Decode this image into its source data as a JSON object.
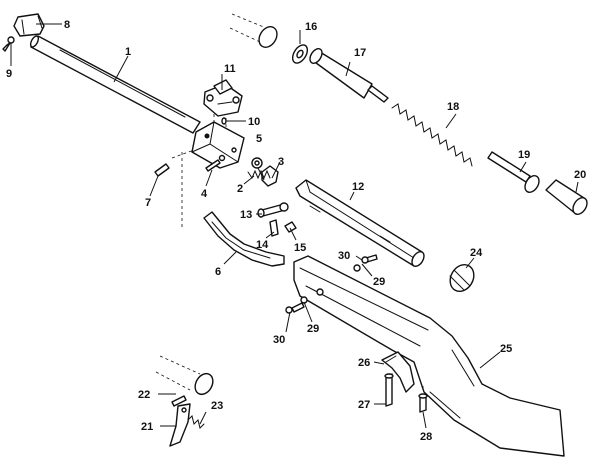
{
  "labels": {
    "p1": "1",
    "p2": "2",
    "p3": "3",
    "p4": "4",
    "p5": "5",
    "p6": "6",
    "p7": "7",
    "p8": "8",
    "p9": "9",
    "p10": "10",
    "p11": "11",
    "p12": "12",
    "p13": "13",
    "p14": "14",
    "p15": "15",
    "p16": "16",
    "p17": "17",
    "p18": "18",
    "p19": "19",
    "p20": "20",
    "p21": "21",
    "p22": "22",
    "p23": "23",
    "p24": "24",
    "p25": "25",
    "p26": "26",
    "p27": "27",
    "p28": "28",
    "p29a": "29",
    "p29b": "29",
    "p30a": "30",
    "p30b": "30"
  }
}
